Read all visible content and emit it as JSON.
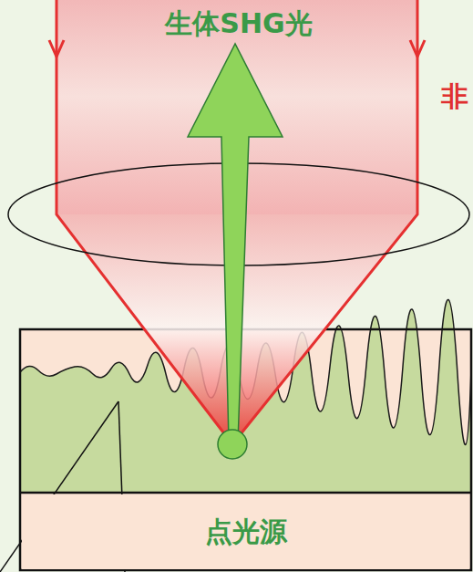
{
  "diagram": {
    "nodes": [
      {
        "text": [
          "点光源"
        ]
      }
    ],
    "labels": [
      "生体SHG光",
      "非"
    ]
  }
}
